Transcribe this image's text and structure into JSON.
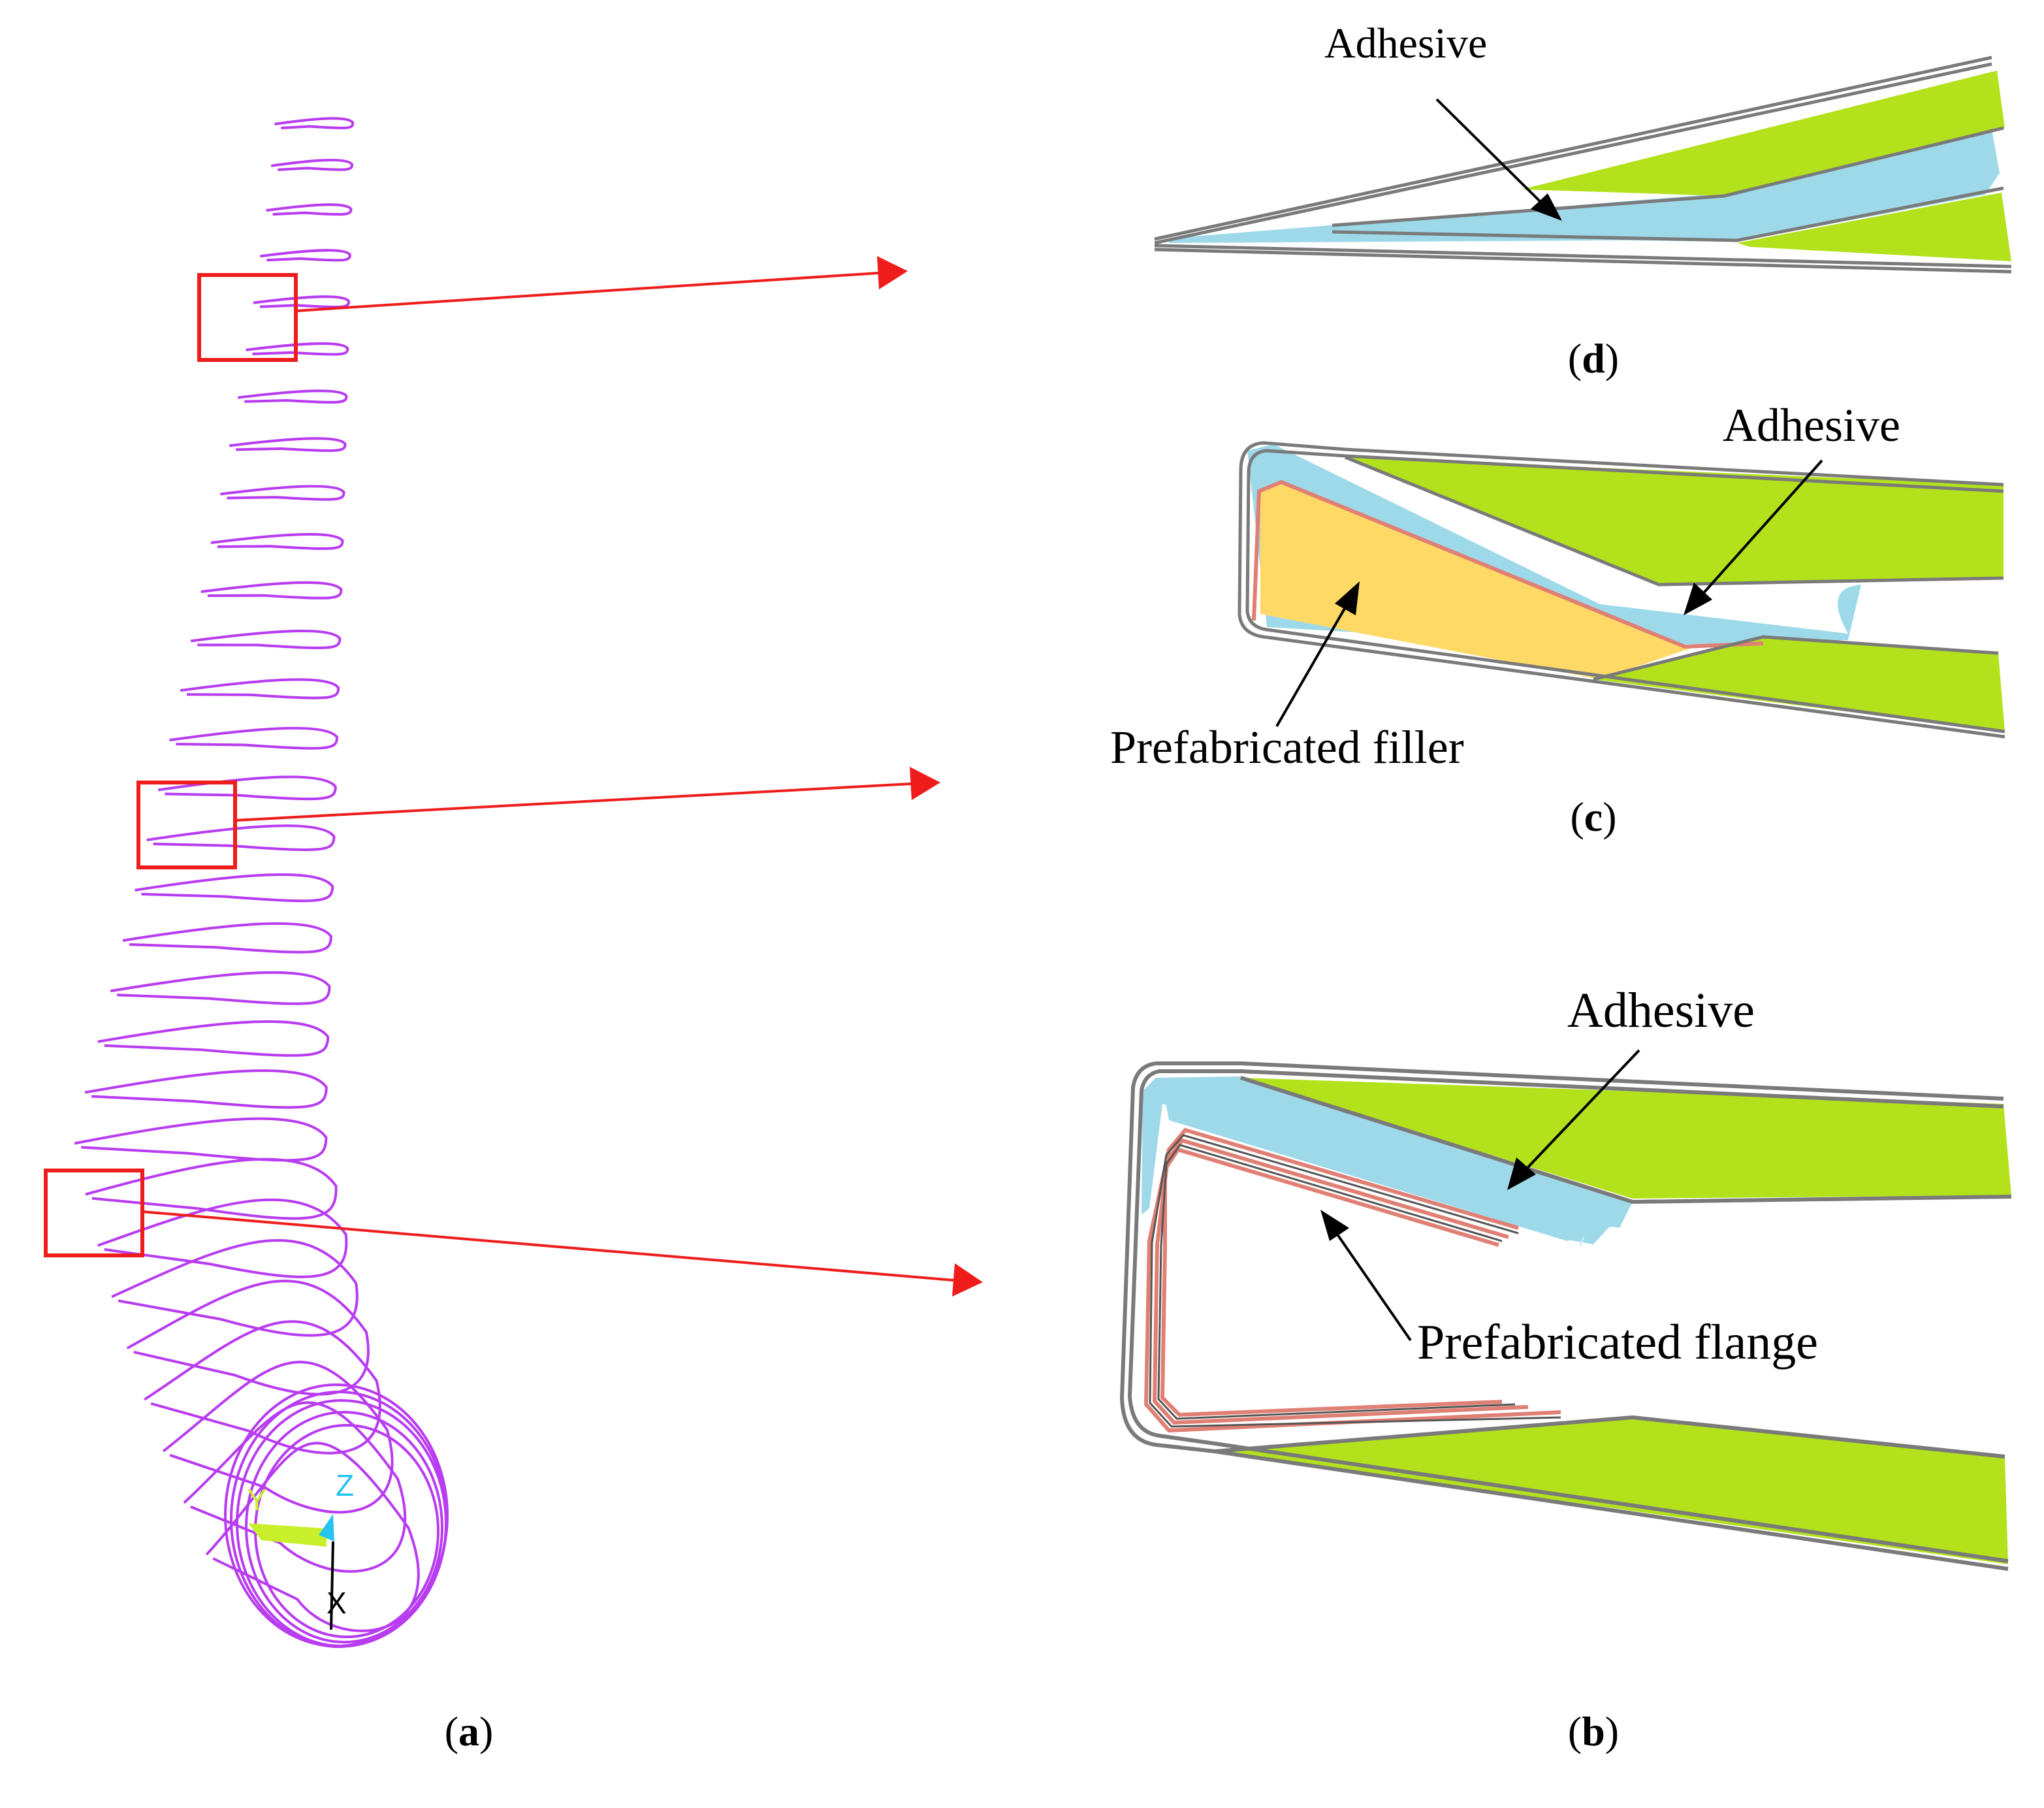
{
  "colors": {
    "profile": "#b83cf0",
    "callout": "#ef1c1c",
    "adhesive": "#9ed9ea",
    "core": "#b3e21c",
    "filler": "#ffd966",
    "flange": "#e07f74",
    "skin": "#7a7a7a",
    "text": "#000000"
  },
  "panel_a": {
    "caption_open": "(",
    "caption_letter": "a",
    "caption_close": ")",
    "axis_y": "Y",
    "axis_z": "Z",
    "axis_x": "X",
    "axis_y_color": "#c8ef2a",
    "axis_z_color": "#27c3f0",
    "axis_x_color": "#000000"
  },
  "panel_d": {
    "caption_open": "(",
    "caption_letter": "d",
    "caption_close": ")",
    "adhesive_label": "Adhesive"
  },
  "panel_c": {
    "caption_open": "(",
    "caption_letter": "c",
    "caption_close": ")",
    "adhesive_label": "Adhesive",
    "filler_label": "Prefabricated filler"
  },
  "panel_b": {
    "caption_open": "(",
    "caption_letter": "b",
    "caption_close": ")",
    "adhesive_label": "Adhesive",
    "flange_label": "Prefabricated flange"
  }
}
